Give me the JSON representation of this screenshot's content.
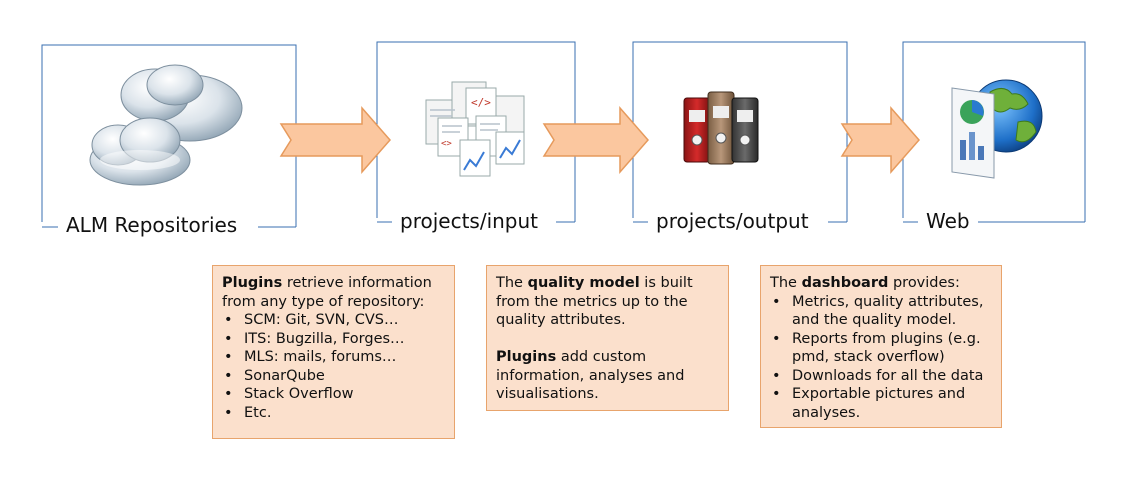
{
  "stages": [
    {
      "label": "ALM Repositories",
      "icon": "cloud-icon"
    },
    {
      "label": "projects/input",
      "icon": "documents-icon"
    },
    {
      "label": "projects/output",
      "icon": "binders-icon"
    },
    {
      "label": "Web",
      "icon": "globe-chart-icon"
    }
  ],
  "colors": {
    "frame": "#3a6fb0",
    "arrow_fill": "#fbc79f",
    "arrow_stroke": "#e69a5c",
    "note_fill": "#fbe0cc",
    "note_border": "#e8a46c"
  },
  "notes": {
    "plugins": {
      "intro_bold": "Plugins",
      "intro_rest": " retrieve information from any type of repository:",
      "items": [
        "SCM: Git, SVN, CVS…",
        "ITS: Bugzilla, Forges…",
        "MLS: mails, forums…",
        "SonarQube",
        "Stack Overflow",
        "Etc."
      ]
    },
    "quality": {
      "p1_pre": "The ",
      "p1_bold": "quality model",
      "p1_post": " is built from the metrics up to the quality attributes.",
      "p2_bold": "Plugins",
      "p2_post": " add custom information, analyses and visualisations."
    },
    "dashboard": {
      "intro_pre": "The ",
      "intro_bold": "dashboard",
      "intro_post": " provides:",
      "items": [
        "Metrics, quality attributes, and the quality model.",
        "Reports from plugins (e.g. pmd, stack overflow)",
        "Downloads for all the data",
        "Exportable pictures and analyses."
      ]
    }
  }
}
